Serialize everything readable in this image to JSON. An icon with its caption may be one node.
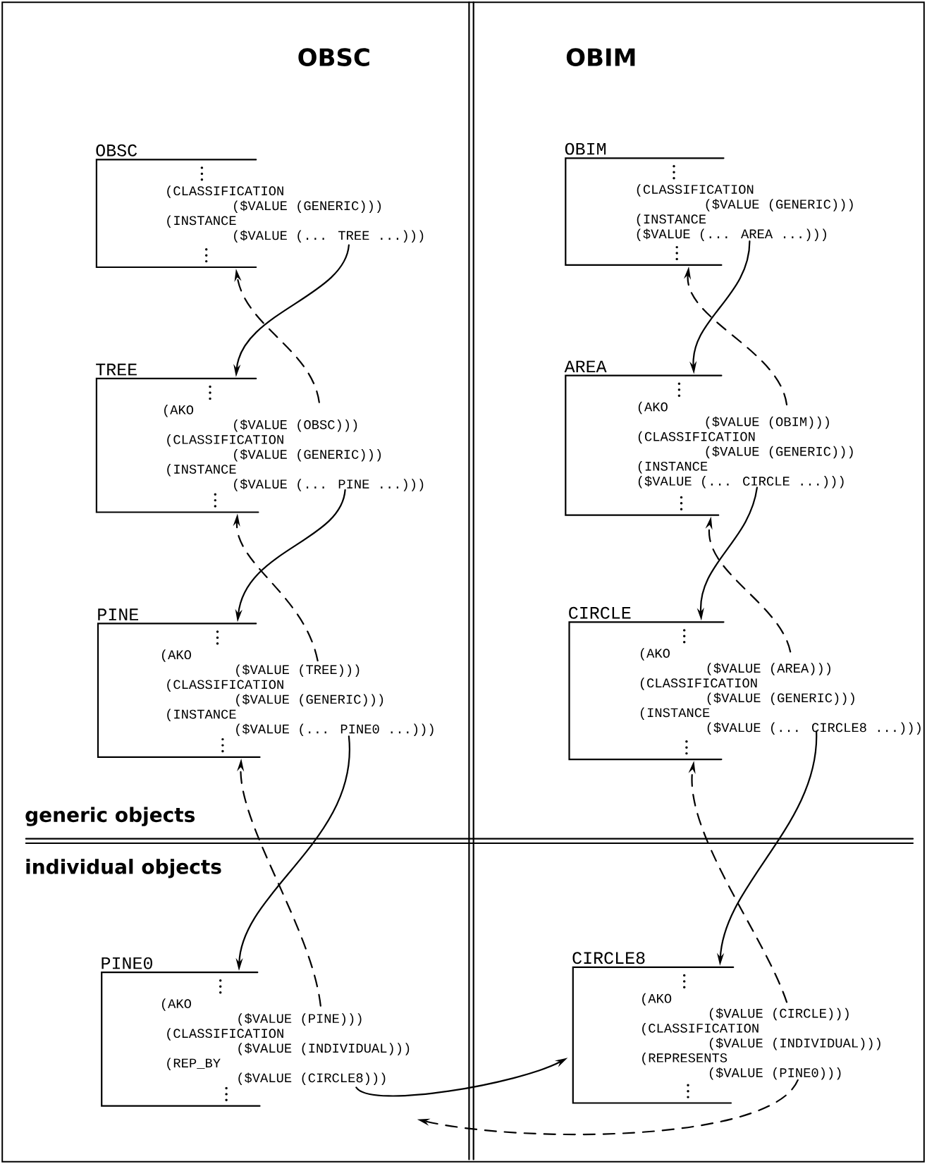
{
  "diagram": {
    "nodes": [
      {
        "text": [
          "OBSC",
          "(CLASSIFICATION",
          "($VALUE (GENERIC)))",
          "(INSTANCE",
          "($VALUE (... TREE ...)))"
        ]
      },
      {
        "text": [
          "TREE",
          "(AKO",
          "($VALUE (OBSC)))",
          "(CLASSIFICATION",
          "($VALUE (GENERIC)))",
          "(INSTANCE",
          "($VALUE (... PINE ...)))"
        ]
      },
      {
        "text": [
          "PINE",
          "(AKO",
          "($VALUE (TREE)))",
          "(CLASSIFICATION",
          "($VALUE (GENERIC)))",
          "(INSTANCE",
          "($VALUE (... PINE0 ...)))"
        ]
      },
      {
        "text": [
          "PINE0",
          "(AKO",
          "($VALUE (PINE)))",
          "(CLASSIFICATION",
          "($VALUE (INDIVIDUAL)))",
          "(REP_BY",
          "($VALUE (CIRCLE8)))"
        ]
      },
      {
        "text": [
          "OBIM",
          "(CLASSIFICATION",
          "($VALUE (GENERIC)))",
          "(INSTANCE",
          "($VALUE (... AREA ...)))"
        ]
      },
      {
        "text": [
          "AREA",
          "(AKO",
          "($VALUE (OBIM)))",
          "(CLASSIFICATION",
          "($VALUE (GENERIC)))",
          "(INSTANCE",
          "($VALUE (... CIRCLE ...)))"
        ]
      },
      {
        "text": [
          "CIRCLE",
          "(AKO",
          "($VALUE (AREA)))",
          "(CLASSIFICATION",
          "($VALUE (GENERIC)))",
          "(INSTANCE",
          "($VALUE (... CIRCLE8 ...)))"
        ]
      },
      {
        "text": [
          "CIRCLE8",
          "(AKO",
          "($VALUE (CIRCLE)))",
          "(CLASSIFICATION",
          "($VALUE (INDIVIDUAL)))",
          "(REPRESENTS",
          "($VALUE (PINE0)))"
        ]
      }
    ],
    "edges": [
      {
        "from": 0,
        "to": 1,
        "arrow": "to"
      },
      {
        "from": 1,
        "to": 0,
        "arrow": "to",
        "style": "dashed"
      },
      {
        "from": 1,
        "to": 2,
        "arrow": "to"
      },
      {
        "from": 2,
        "to": 1,
        "arrow": "to",
        "style": "dashed"
      },
      {
        "from": 2,
        "to": 3,
        "arrow": "to"
      },
      {
        "from": 3,
        "to": 2,
        "arrow": "to",
        "style": "dashed"
      },
      {
        "from": 4,
        "to": 5,
        "arrow": "to"
      },
      {
        "from": 5,
        "to": 4,
        "arrow": "to",
        "style": "dashed"
      },
      {
        "from": 5,
        "to": 6,
        "arrow": "to"
      },
      {
        "from": 6,
        "to": 5,
        "arrow": "to",
        "style": "dashed"
      },
      {
        "from": 6,
        "to": 7,
        "arrow": "to"
      },
      {
        "from": 7,
        "to": 6,
        "arrow": "to",
        "style": "dashed"
      },
      {
        "from": 3,
        "to": 7,
        "arrow": "to"
      },
      {
        "from": 7,
        "to": 3,
        "arrow": "to",
        "style": "dashed"
      }
    ],
    "labels": [
      "OBSC",
      "OBIM",
      "generic objects",
      "individual objects"
    ]
  }
}
